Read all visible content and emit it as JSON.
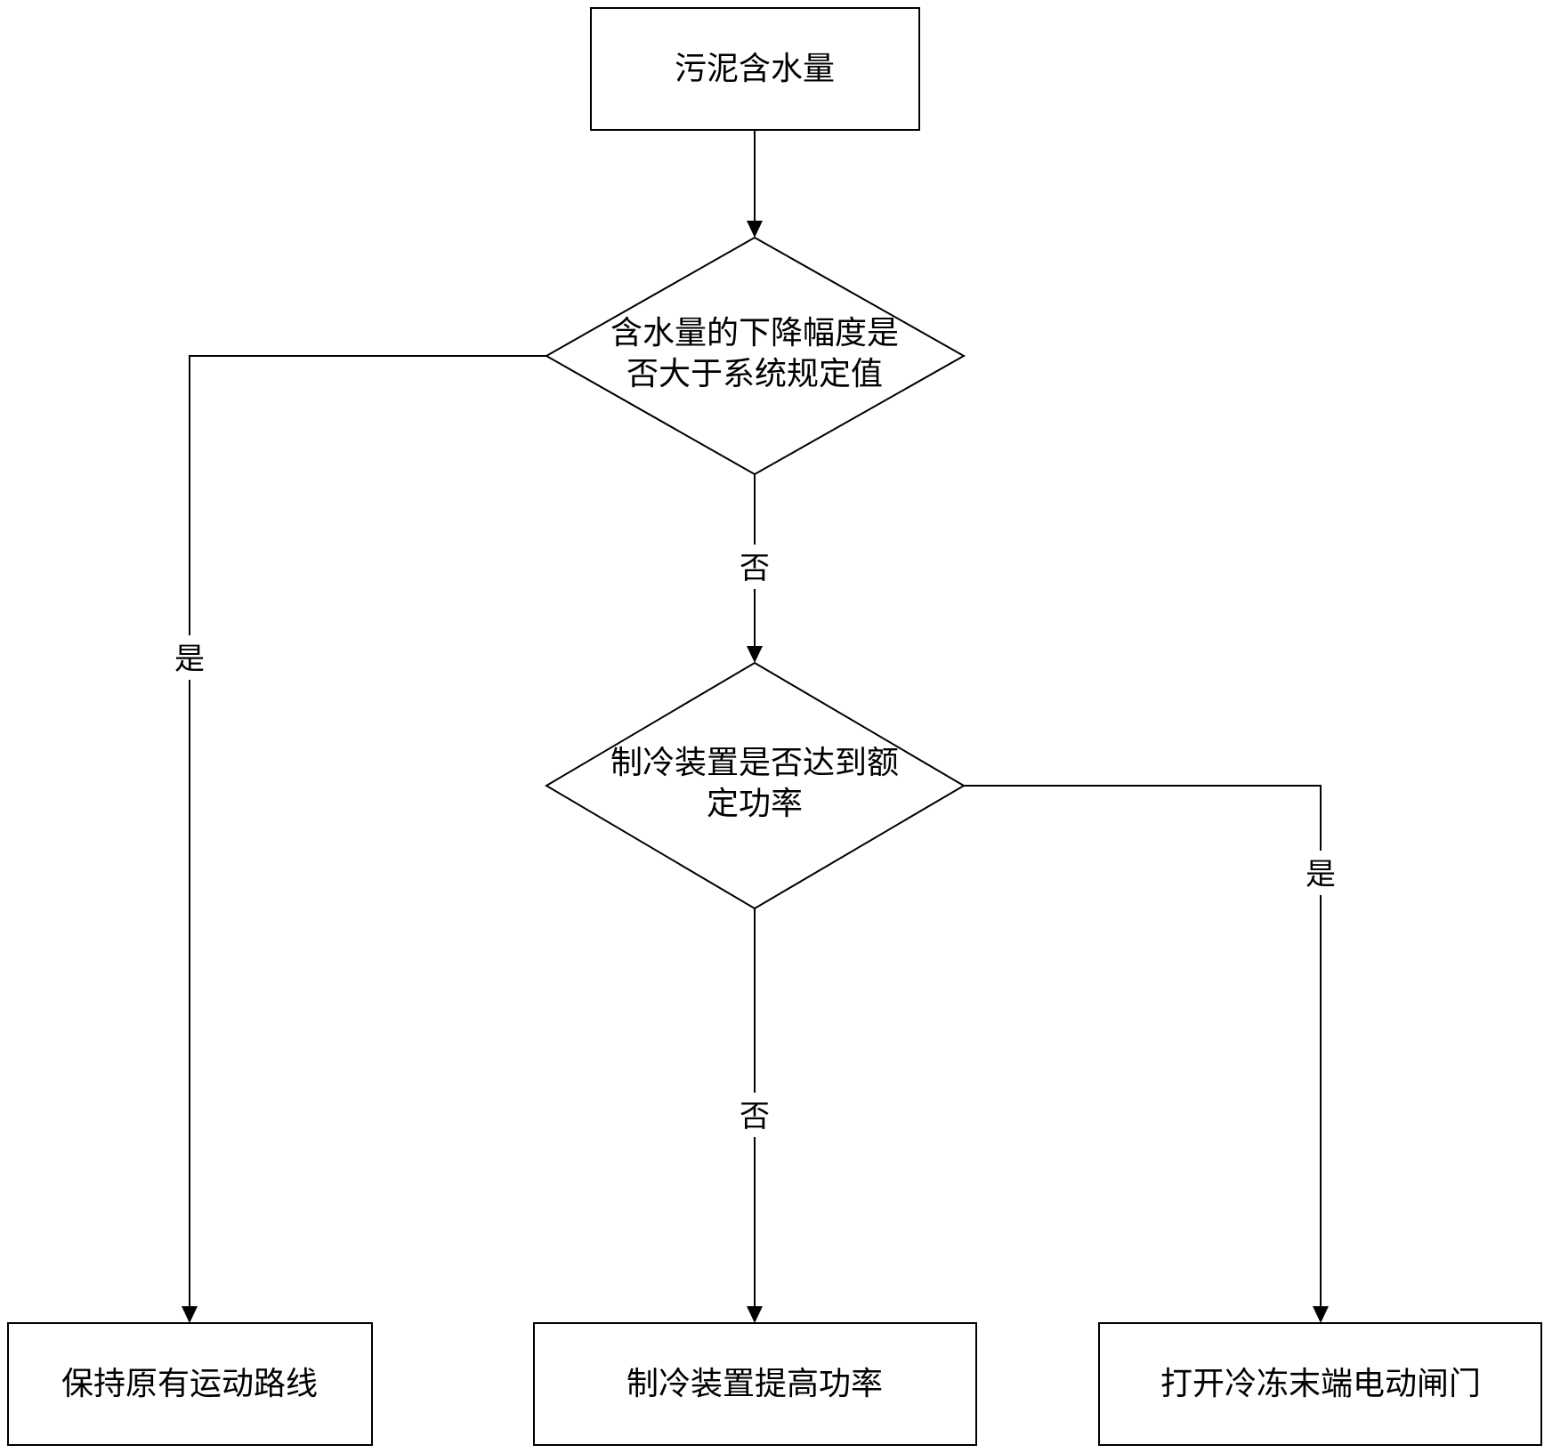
{
  "nodes": {
    "start": {
      "text": "污泥含水量"
    },
    "decision1": {
      "line1": "含水量的下降幅度是",
      "line2": "否大于系统规定值"
    },
    "decision2": {
      "line1": "制冷装置是否达到额",
      "line2": "定功率"
    },
    "keep_route": {
      "text": "保持原有运动路线"
    },
    "increase_power": {
      "text": "制冷装置提高功率"
    },
    "open_gate": {
      "text": "打开冷冻末端电动闸门"
    }
  },
  "edges": {
    "d1_no": "否",
    "d1_yes": "是",
    "d2_no": "否",
    "d2_yes": "是"
  }
}
